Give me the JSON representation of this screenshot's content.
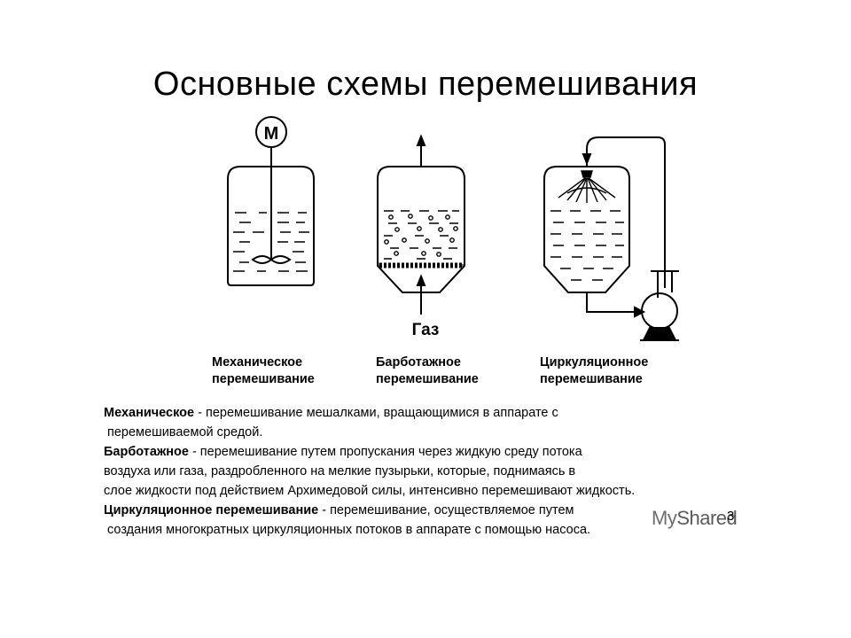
{
  "title": "Основные схемы перемешивания",
  "diagram": {
    "motor_label": "М",
    "gas_label": "Газ",
    "schemes": [
      {
        "line1": "Механическое",
        "line2": "перемешивание"
      },
      {
        "line1": "Барботажное",
        "line2": "перемешивание"
      },
      {
        "line1": "Циркуляционное",
        "line2": "перемешивание"
      }
    ]
  },
  "description": {
    "mech_term": "Механическое",
    "mech_text1": " - перемешивание мешалками, вращающимися в аппарате с",
    "mech_text2": "перемешиваемой средой.",
    "barb_term": "Барботажное",
    "barb_text1": " - перемешивание путем пропускания через жидкую среду потока",
    "barb_text2": "воздуха или газа, раздробленного на мелкие пузырьки, которые, поднимаясь в",
    "barb_text3": "слое жидкости под действием Архимедовой силы, интенсивно перемешивают жидкость.",
    "circ_term": "Циркуляционное перемешивание",
    "circ_text1": " - перемешивание, осуществляемое путем",
    "circ_text2": "создания многократных циркуляционных потоков в аппарате с помощью насоса."
  },
  "watermark": {
    "my": "My",
    "shared": "Shared"
  },
  "page_number": "3"
}
